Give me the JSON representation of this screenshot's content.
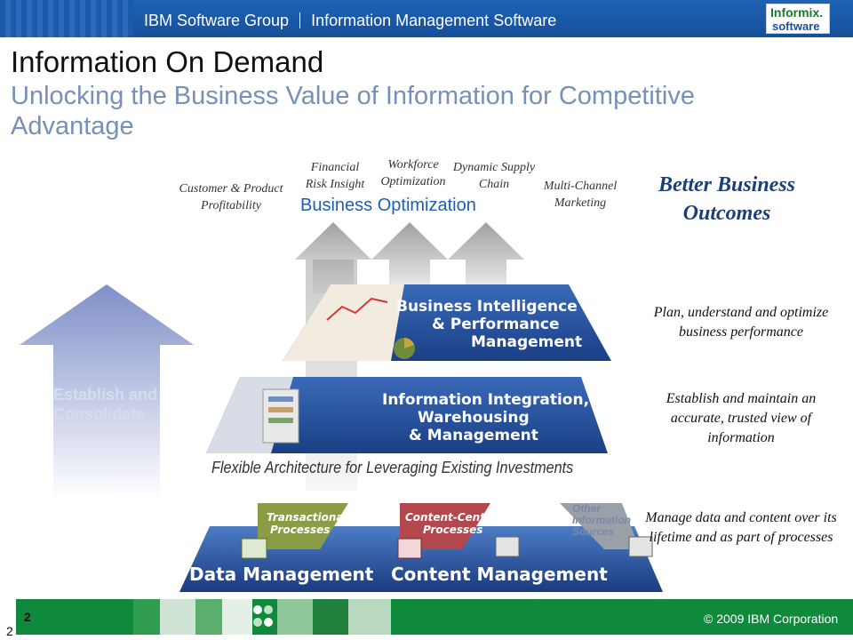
{
  "header": {
    "group": "IBM Software Group",
    "division": "Information Management Software",
    "logo_line1": "Informix.",
    "logo_line2": "software"
  },
  "title": "Information On Demand",
  "subtitle": "Unlocking the Business Value of Information for Competitive Advantage",
  "optimization": {
    "items": [
      "Customer & Product Profitability",
      "Financial Risk Insight",
      "Workforce Optimization",
      "Dynamic Supply Chain",
      "Multi-Channel Marketing"
    ],
    "label": "Business Optimization",
    "outcome": "Better Business Outcomes"
  },
  "layers": {
    "bi": [
      "Business Intelligence",
      "& Performance",
      "Management"
    ],
    "integration": [
      "Information Integration,",
      "Warehousing",
      "& Management"
    ],
    "flexible": "Flexible Architecture for Leveraging Existing Investments",
    "transactional": [
      "Transactional",
      "Processes"
    ],
    "content_centric": [
      "Content-Centric",
      "Processes"
    ],
    "other_sources": [
      "Other",
      "Information",
      "Sources"
    ],
    "data_mgmt": "Data Management",
    "content_mgmt": "Content Management"
  },
  "descriptions": {
    "bi": "Plan, understand and optimize business performance",
    "integration": "Establish and maintain an accurate, trusted view of information",
    "data": "Manage data and content over its lifetime and as part of processes"
  },
  "arrow_text": [
    "Establish and",
    "Consolidate"
  ],
  "footer": {
    "page_top": "2",
    "page_bottom": "2",
    "copyright": "© 2009 IBM Corporation"
  },
  "colors": {
    "header_blue": "#1d5fb0",
    "footer_green": "#0f8a3c",
    "layer_blue": "#1f4f9e",
    "subtitle": "#7690b8"
  }
}
